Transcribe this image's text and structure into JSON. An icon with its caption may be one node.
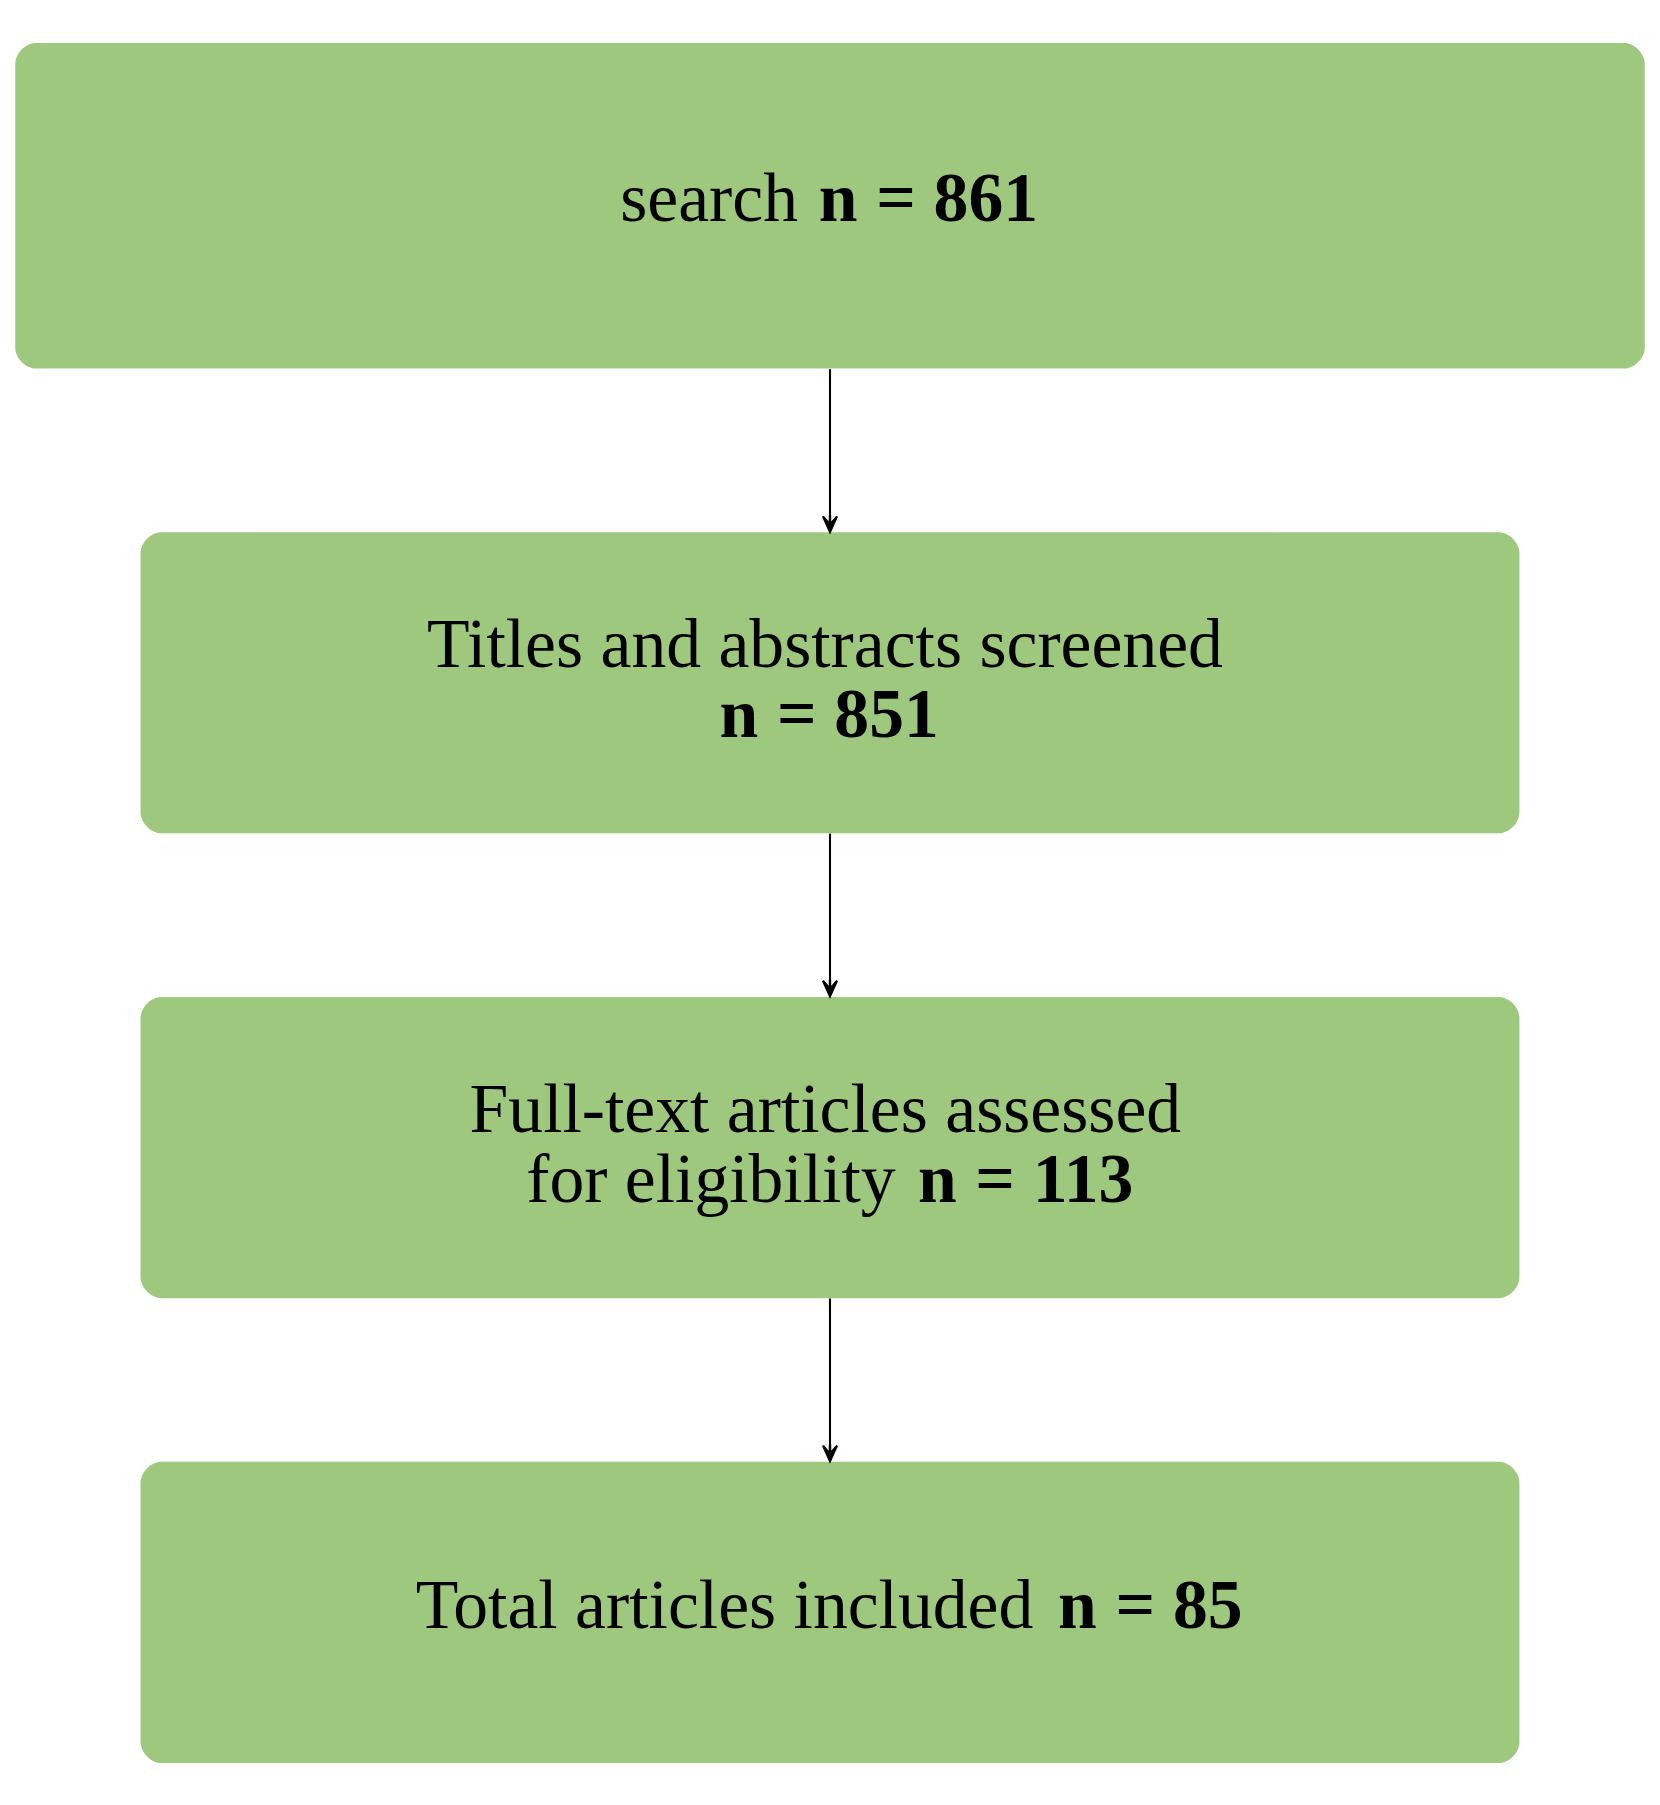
{
  "diagram": {
    "nodes": [
      {
        "text": [
          "search **n = 861**"
        ]
      },
      {
        "text": [
          "Titles and abstracts screened **n = 851**"
        ]
      },
      {
        "text": [
          "Full-text articles assessed for eligibility **n = 113**"
        ]
      },
      {
        "text": [
          "Total articles included **n = 85**"
        ]
      }
    ],
    "edges": [
      {
        "from": 0,
        "to": 1,
        "arrow": "to"
      },
      {
        "from": 1,
        "to": 2,
        "arrow": "to"
      },
      {
        "from": 2,
        "to": 3,
        "arrow": "to"
      }
    ]
  }
}
